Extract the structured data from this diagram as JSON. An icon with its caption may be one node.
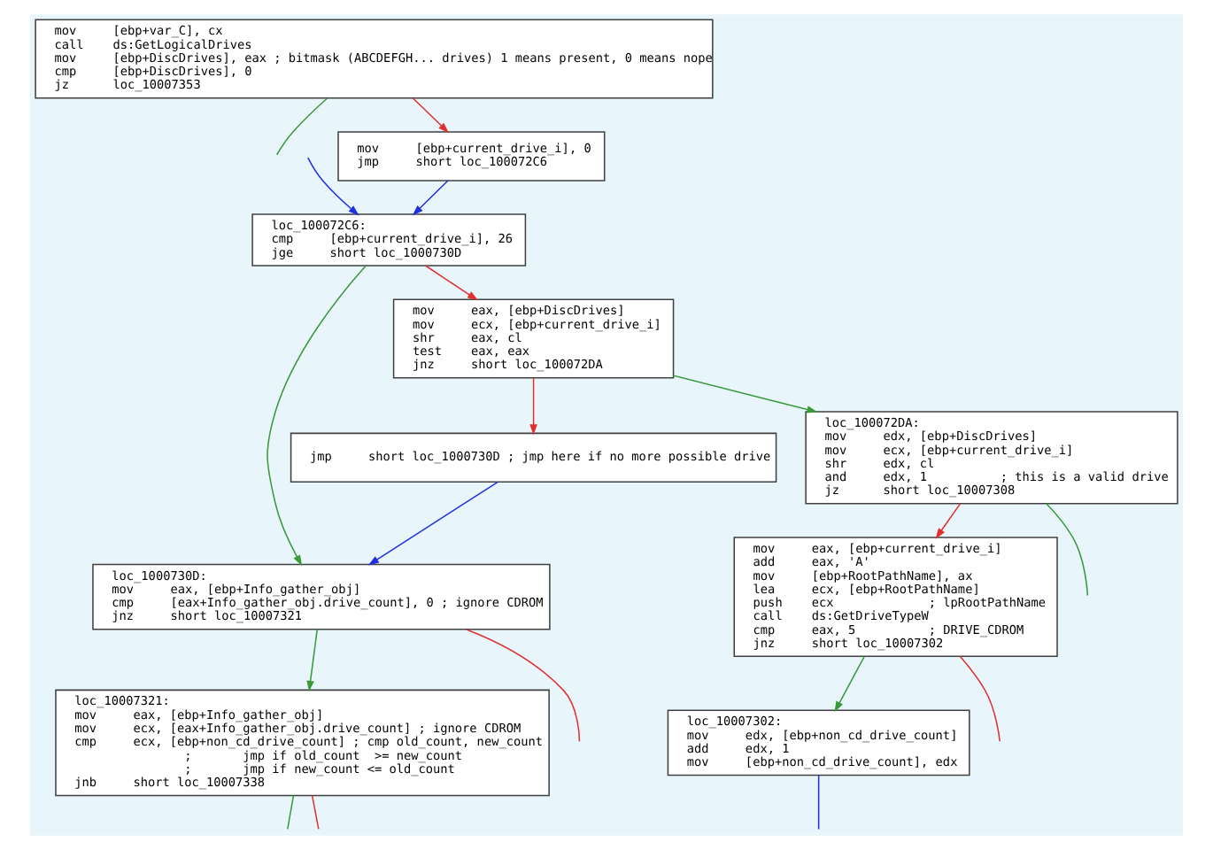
{
  "diagram": {
    "nodes": [
      {
        "text": [
          "mov     [ebp+var_C], cx",
          "call    ds:GetLogicalDrives",
          "mov     [ebp+DiscDrives], eax ; bitmask (ABCDEFGH... drives) 1 means present, 0 means nope",
          "cmp     [ebp+DiscDrives], 0",
          "jz      loc_10007353"
        ]
      },
      {
        "text": [
          "mov     [ebp+current_drive_i], 0",
          "jmp     short loc_100072C6"
        ]
      },
      {
        "text": [
          "loc_100072C6:",
          "cmp     [ebp+current_drive_i], 26",
          "jge     short loc_1000730D"
        ]
      },
      {
        "text": [
          "mov     eax, [ebp+DiscDrives]",
          "mov     ecx, [ebp+current_drive_i]",
          "shr     eax, cl",
          "test    eax, eax",
          "jnz     short loc_100072DA"
        ]
      },
      {
        "text": [
          "jmp     short loc_1000730D ; jmp here if no more possible drive"
        ]
      },
      {
        "text": [
          "loc_100072DA:",
          "mov     edx, [ebp+DiscDrives]",
          "mov     ecx, [ebp+current_drive_i]",
          "shr     edx, cl",
          "and     edx, 1          ; this is a valid drive",
          "jz      short loc_10007308"
        ]
      },
      {
        "text": [
          "loc_1000730D:",
          "mov     eax, [ebp+Info_gather_obj]",
          "cmp     [eax+Info_gather_obj.drive_count], 0 ; ignore CDROM",
          "jnz     short loc_10007321"
        ]
      },
      {
        "text": [
          "mov     eax, [ebp+current_drive_i]",
          "add     eax, 'A'",
          "mov     [ebp+RootPathName], ax",
          "lea     ecx, [ebp+RootPathName]",
          "push    ecx             ; lpRootPathName",
          "call    ds:GetDriveTypeW",
          "cmp     eax, 5          ; DRIVE_CDROM",
          "jnz     short loc_10007302"
        ]
      },
      {
        "text": [
          "loc_10007321:",
          "mov     eax, [ebp+Info_gather_obj]",
          "mov     ecx, [eax+Info_gather_obj.drive_count] ; ignore CDROM",
          "cmp     ecx, [ebp+non_cd_drive_count] ; cmp old_count, new_count",
          "                ;       jmp if old_count  >= new_count",
          "                ;       jmp if new_count <= old_count",
          "jnb     short loc_10007338"
        ]
      },
      {
        "text": [
          "loc_10007302:",
          "mov     edx, [ebp+non_cd_drive_count]",
          "add     edx, 1",
          "mov     [ebp+non_cd_drive_count], edx"
        ]
      }
    ],
    "edges": [
      {
        "from": 0,
        "to": 1,
        "arrow": "to",
        "color": "#e03030"
      },
      {
        "from": 0,
        "to": null,
        "arrow": "none",
        "color": "#3a9a3a"
      },
      {
        "from": 1,
        "to": 2,
        "arrow": "to",
        "color": "#2030e0"
      },
      {
        "from": null,
        "to": 2,
        "arrow": "to",
        "color": "#2030e0"
      },
      {
        "from": 2,
        "to": 3,
        "arrow": "to",
        "color": "#e03030"
      },
      {
        "from": 2,
        "to": 6,
        "arrow": "to",
        "color": "#3a9a3a"
      },
      {
        "from": 3,
        "to": 4,
        "arrow": "to",
        "color": "#e03030"
      },
      {
        "from": 3,
        "to": 5,
        "arrow": "to",
        "color": "#3a9a3a"
      },
      {
        "from": 4,
        "to": 6,
        "arrow": "to",
        "color": "#2030e0"
      },
      {
        "from": 5,
        "to": 7,
        "arrow": "to",
        "color": "#e03030"
      },
      {
        "from": 5,
        "to": null,
        "arrow": "none",
        "color": "#3a9a3a"
      },
      {
        "from": 6,
        "to": 8,
        "arrow": "to",
        "color": "#3a9a3a"
      },
      {
        "from": 6,
        "to": null,
        "arrow": "none",
        "color": "#e03030"
      },
      {
        "from": 7,
        "to": 9,
        "arrow": "to",
        "color": "#3a9a3a"
      },
      {
        "from": 7,
        "to": null,
        "arrow": "none",
        "color": "#e03030"
      },
      {
        "from": 8,
        "to": null,
        "arrow": "none",
        "color": "#e03030"
      },
      {
        "from": 8,
        "to": null,
        "arrow": "none",
        "color": "#3a9a3a"
      },
      {
        "from": 9,
        "to": null,
        "arrow": "none",
        "color": "#2030e0"
      }
    ]
  }
}
